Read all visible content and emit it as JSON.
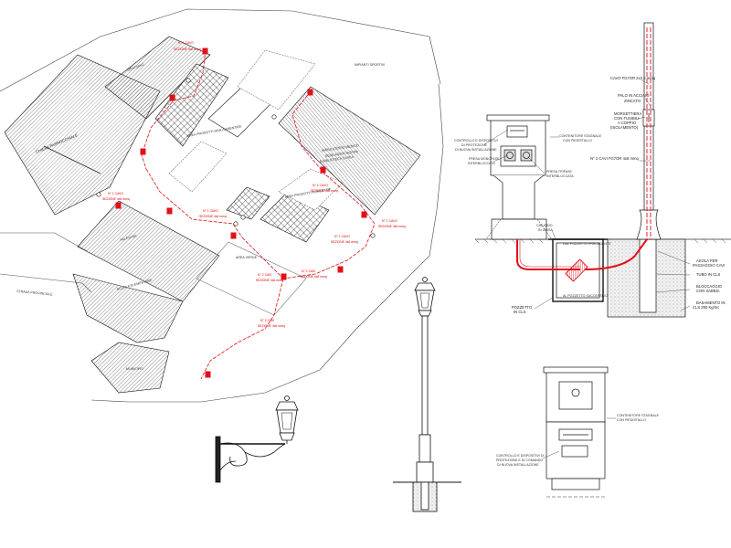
{
  "drawing": {
    "plan": {
      "areas": {
        "chiesa": "CHIESA PARROCCHIALE",
        "oratorio": "ORATORIO",
        "non_alimentari": "AREA PRODOTTI NON ALIMENTARI",
        "alimentari": "AREA PRODOTTI ALIMENTARI",
        "verde": "AREA VERDE",
        "palestra": "PALESTRA",
        "scuola": "SCUOLA ELEMENTARE",
        "strada": "STRADA PROVINCIALE",
        "impianti": "IMPIANTI SPORTIVI",
        "ambulatorio_1": "AMBULATORIO MEDICO",
        "ambulatorio_2": "SEDE ASSOCIAZIONI",
        "ambulatorio_3": "E BIBLIOTECA CIVICA",
        "municipio": "MUNICIPIO"
      },
      "cable_labels": {
        "n1": "N° 1 CAVO",
        "n2": "N° 2 CAVI",
        "sez": "SEZIONE 4x6 mmq"
      }
    },
    "section": {
      "labels": {
        "cavo_fg7or": "CAVO FG7OR 2x2,5 mmq",
        "palo_1": "PALO IN ACCIAIO",
        "palo_2": "ZINCATO",
        "morsettiera_1": "MORSETTIERA",
        "morsettiera_2": "CON FUSIBILI",
        "morsettiera_3": "A COPPIO",
        "morsettiera_4": "(ISOLAMENTO)",
        "contenitore_1": "CONTENITORE STAGNALE",
        "contenitore_2": "CON PIEDISTALLO",
        "n2_cavi": "N° 2 CAVI FG7OR 4x6 mmq",
        "controllo_1": "CONTROLLO E DISPOSITIVI",
        "controllo_2": "DI PROTEZIONE",
        "controllo_3": "DI NUOVA INSTALLAZIONE",
        "presa_mono_1": "PRESA MONOFASE",
        "presa_mono_2": "INTERBLOCCATA",
        "presa_tri_1": "PRESA TRIFASE",
        "presa_tri_2": "INTERBLOCCATA",
        "chiusino_1": "CHIUSINO",
        "chiusino_2": "IN GHISA",
        "pozzetto_esistente": "DAL POZZETTO PRECEDENTE",
        "pozzetto_successivo": "AL POZZETTO SUCCESSIVO",
        "asola_1": "ASOLA PER",
        "asola_2": "PASSAGGIO CAVI",
        "tubo": "TUBO IN CLS",
        "bloccaggio_1": "BLOCCAGGIO",
        "bloccaggio_2": "CON SABBIA",
        "basamento_1": "BASAMENTO IN",
        "basamento_2": "CLS 250 Kg/mc",
        "pozzetto_1": "POZZETTO",
        "pozzetto_2": "IN CLS"
      }
    },
    "cabinet": {
      "labels": {
        "contenitore_1": "CONTENITORE STAGNALE",
        "contenitore_2": "CON PIEDISTALLO",
        "controllo_1": "CONTROLLO E DISPOSITIVI DI",
        "controllo_2": "PROTEZIONE E DI COMANDO",
        "controllo_3": "DI NUOVA INSTALLAZIONE"
      }
    },
    "colors": {
      "line": "#111111",
      "cable": "#e0101a",
      "hatch": "#333333",
      "ground": "#555555"
    }
  }
}
